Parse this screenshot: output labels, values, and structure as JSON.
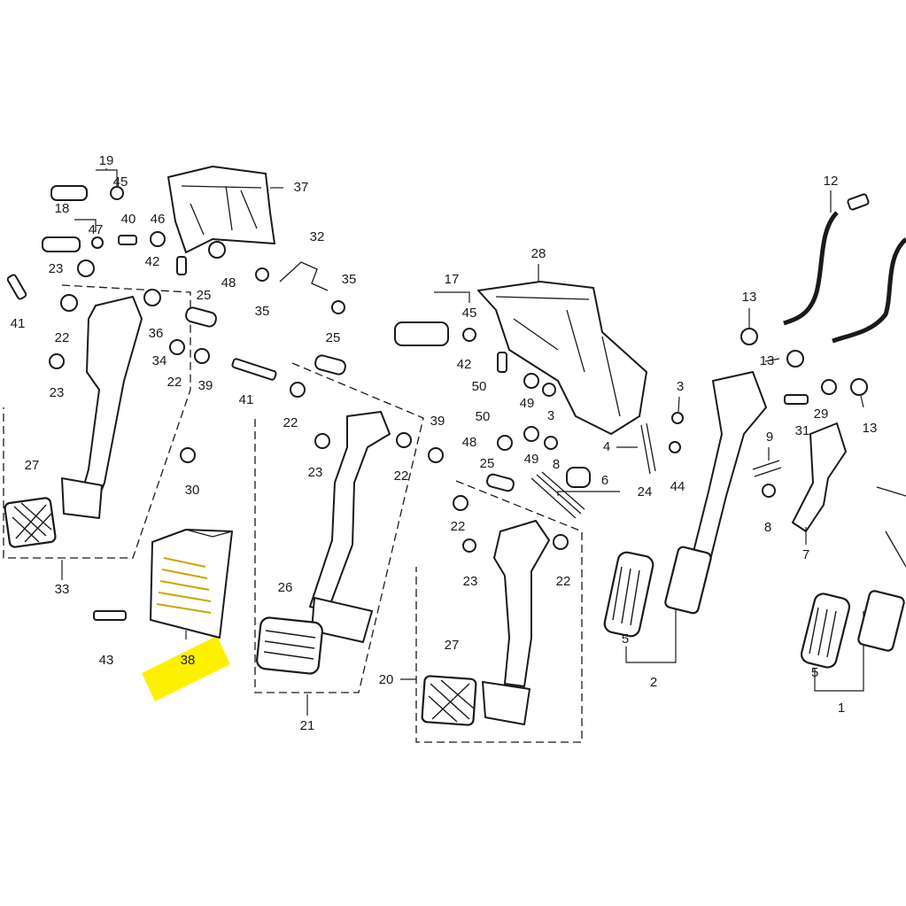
{
  "highlight_color": "#fff000",
  "labels": {
    "l1": "1",
    "l2": "2",
    "l3a": "3",
    "l3b": "3",
    "l4": "4",
    "l5a": "5",
    "l5b": "5",
    "l6": "6",
    "l7": "7",
    "l8a": "8",
    "l8b": "8",
    "l9": "9",
    "l12": "12",
    "l13a": "13",
    "l13b": "13",
    "l13c": "13",
    "l17": "17",
    "l18": "18",
    "l19": "19",
    "l20": "20",
    "l21": "21",
    "l22a": "22",
    "l22b": "22",
    "l22c": "22",
    "l22d": "22",
    "l22e": "22",
    "l22f": "22",
    "l23a": "23",
    "l23b": "23",
    "l23c": "23",
    "l23d": "23",
    "l24": "24",
    "l25a": "25",
    "l25b": "25",
    "l25c": "25",
    "l26": "26",
    "l27a": "27",
    "l27b": "27",
    "l28": "28",
    "l29": "29",
    "l30": "30",
    "l31": "31",
    "l32": "32",
    "l33": "33",
    "l34": "34",
    "l35a": "35",
    "l35b": "35",
    "l36": "36",
    "l37": "37",
    "l38": "38",
    "l39a": "39",
    "l39b": "39",
    "l40": "40",
    "l41a": "41",
    "l41b": "41",
    "l42a": "42",
    "l42b": "42",
    "l43": "43",
    "l44": "44",
    "l45a": "45",
    "l45b": "45",
    "l46": "46",
    "l47": "47",
    "l48a": "48",
    "l48b": "48",
    "l49a": "49",
    "l49b": "49",
    "l50a": "50",
    "l50b": "50"
  }
}
